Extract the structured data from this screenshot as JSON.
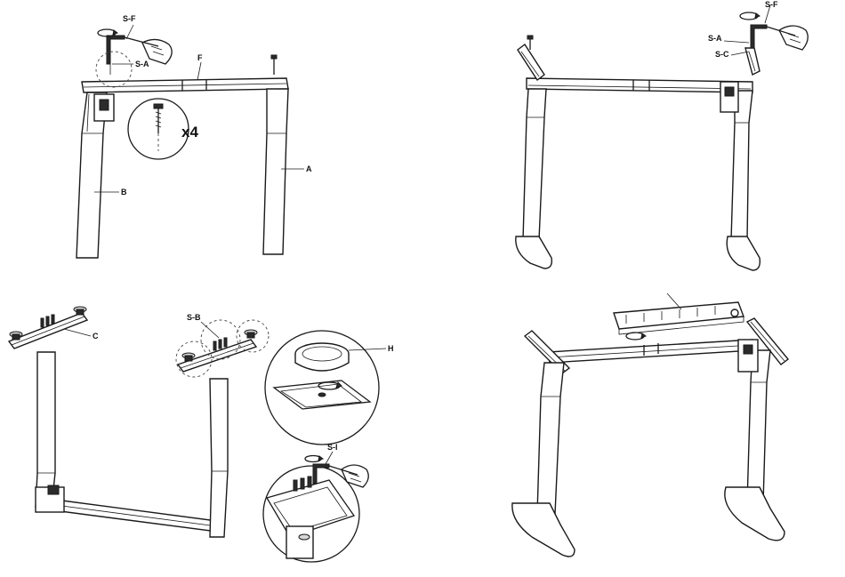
{
  "labels": {
    "p1": {
      "sf": "S-F",
      "sa": "S-A",
      "f": "F",
      "b": "B",
      "a": "A",
      "count": "x4"
    },
    "p2": {
      "sf": "S-F",
      "sa": "S-A",
      "sc": "S-C"
    },
    "p3": {
      "c": "C",
      "sb": "S-B",
      "h": "H",
      "si": "S-I"
    }
  },
  "icons": [
    "allen-key-icon",
    "hand-icon",
    "rotation-arrow-icon",
    "screw-icon"
  ]
}
